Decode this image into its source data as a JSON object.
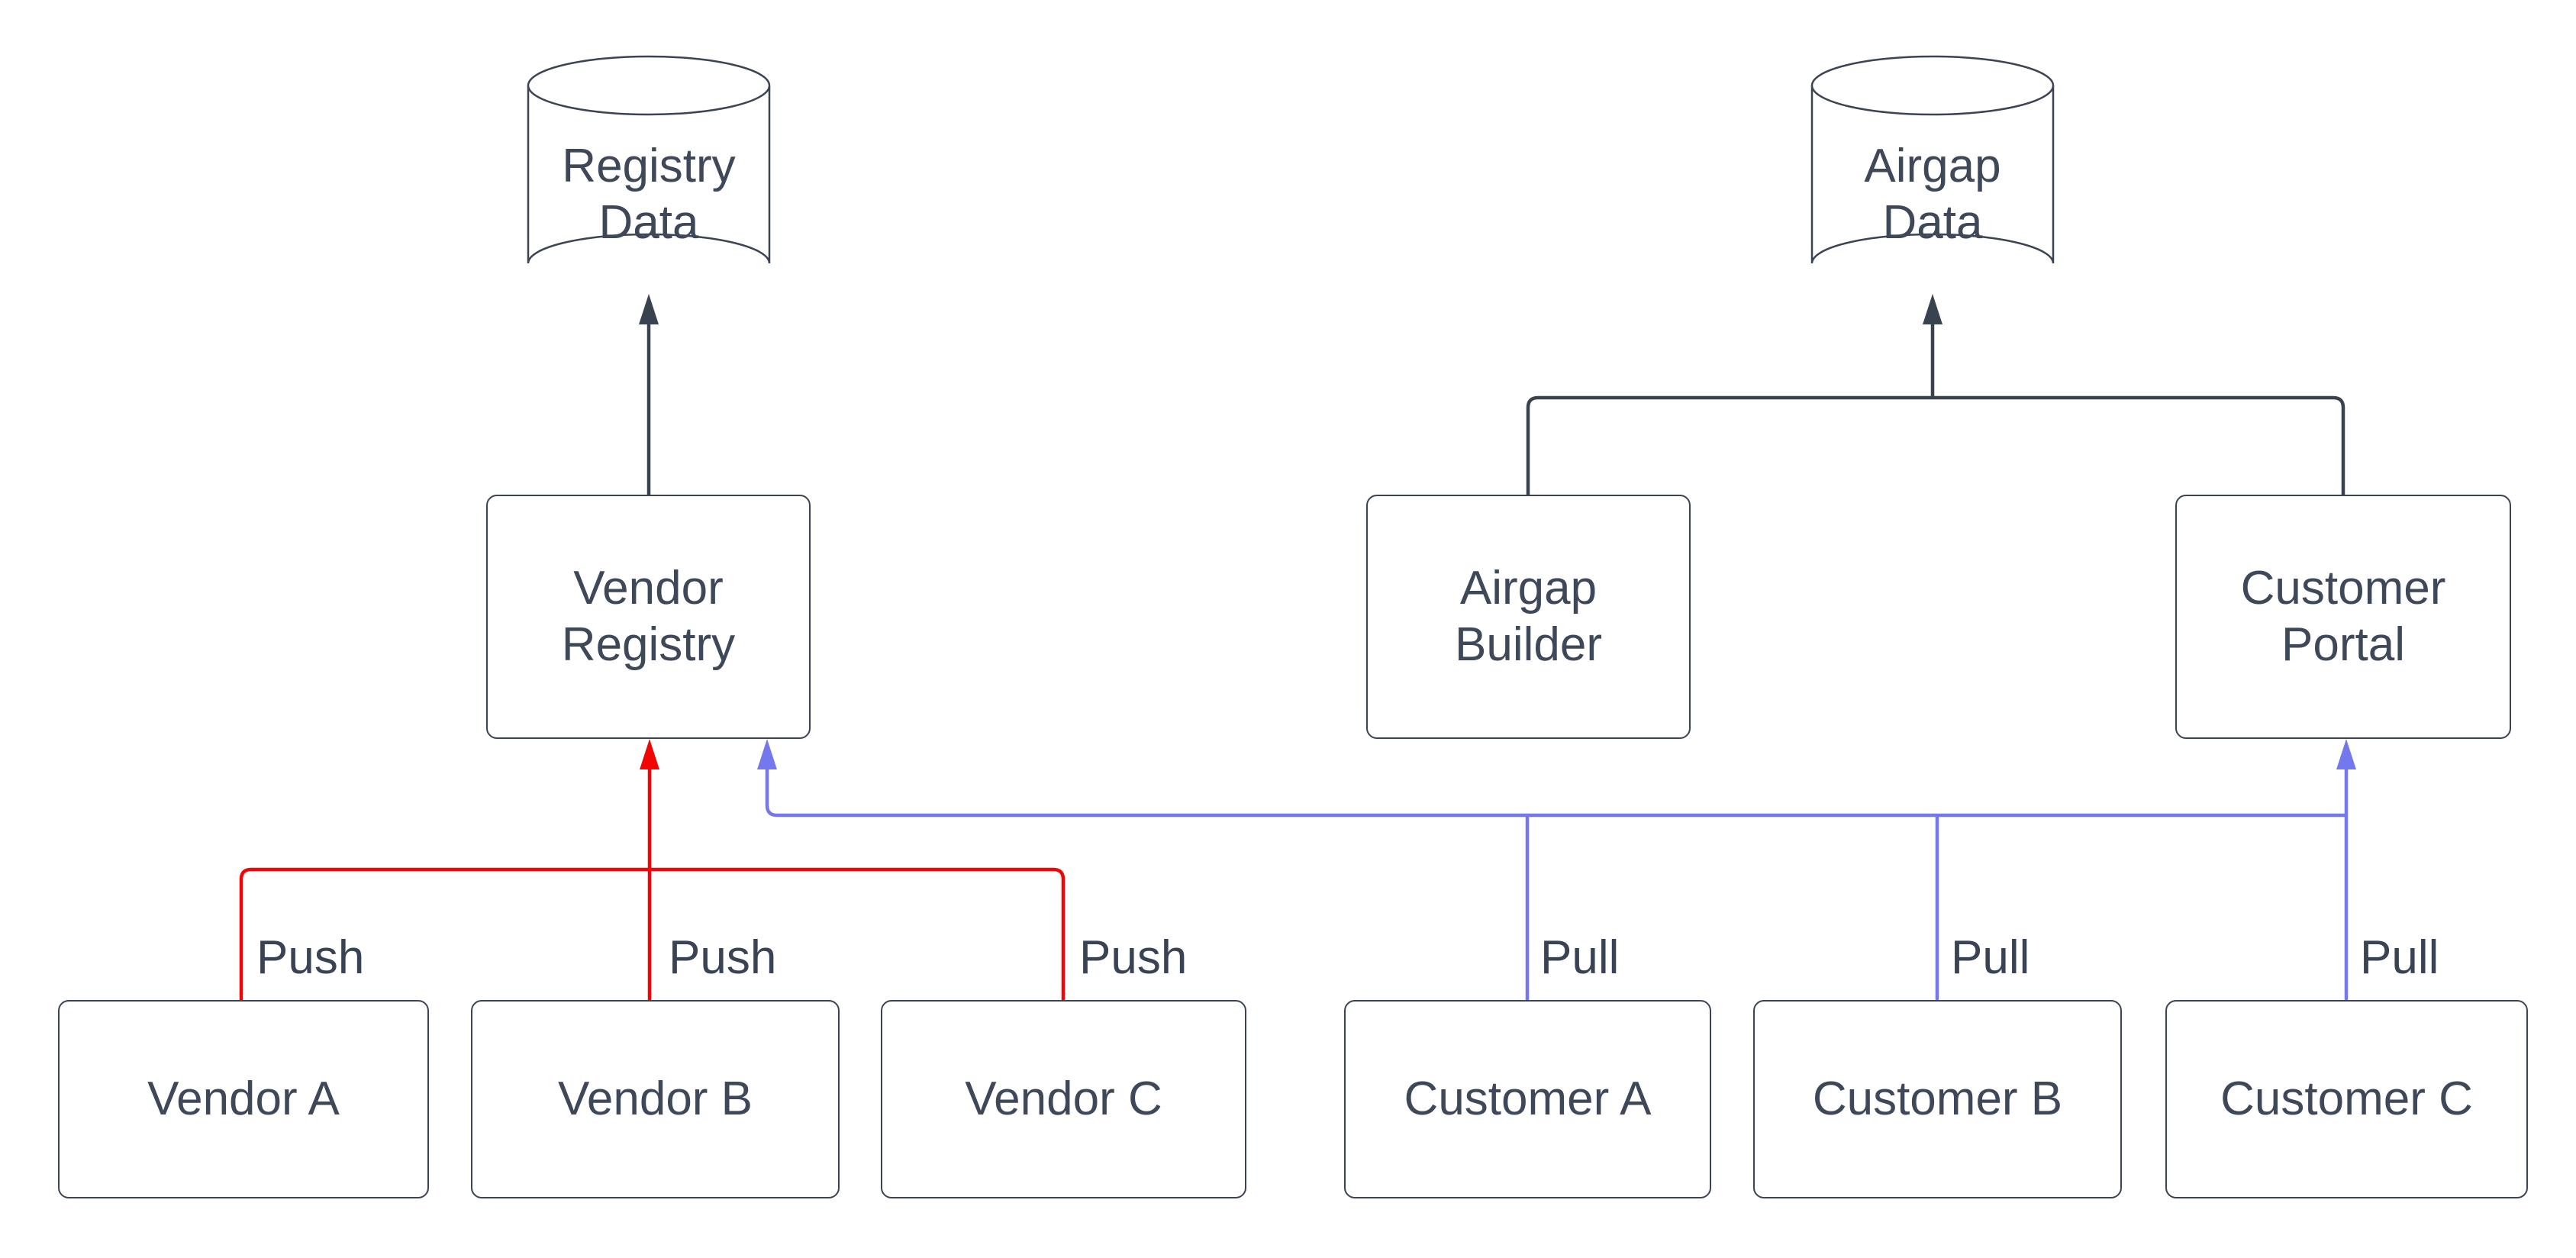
{
  "diagram": {
    "colors": {
      "background": "#ffffff",
      "node_border": "#3b4454",
      "label_text": "#3e4858",
      "flow_dark": "#39424f",
      "flow_push": "#f20505",
      "flow_pull": "#7477ee"
    },
    "nodes": {
      "registry_data": {
        "label": "Registry\nData",
        "shape": "cylinder"
      },
      "airgap_data": {
        "label": "Airgap\nData",
        "shape": "cylinder"
      },
      "vendor_registry": {
        "label": "Vendor\nRegistry",
        "shape": "box"
      },
      "airgap_builder": {
        "label": "Airgap\nBuilder",
        "shape": "box"
      },
      "customer_portal": {
        "label": "Customer\nPortal",
        "shape": "box"
      },
      "vendor_a": {
        "label": "Vendor A",
        "shape": "box"
      },
      "vendor_b": {
        "label": "Vendor B",
        "shape": "box"
      },
      "vendor_c": {
        "label": "Vendor C",
        "shape": "box"
      },
      "customer_a": {
        "label": "Customer A",
        "shape": "box"
      },
      "customer_b": {
        "label": "Customer B",
        "shape": "box"
      },
      "customer_c": {
        "label": "Customer C",
        "shape": "box"
      }
    },
    "edge_labels": {
      "push": "Push",
      "pull": "Pull"
    },
    "edges": [
      {
        "from": "vendor_registry",
        "to": "registry_data",
        "label": "",
        "color": "dark"
      },
      {
        "from": "airgap_builder",
        "to": "airgap_data",
        "label": "",
        "color": "dark"
      },
      {
        "from": "customer_portal",
        "to": "airgap_data",
        "label": "",
        "color": "dark"
      },
      {
        "from": "vendor_a",
        "to": "vendor_registry",
        "label": "Push",
        "color": "push"
      },
      {
        "from": "vendor_b",
        "to": "vendor_registry",
        "label": "Push",
        "color": "push"
      },
      {
        "from": "vendor_c",
        "to": "vendor_registry",
        "label": "Push",
        "color": "push"
      },
      {
        "from": "customer_a",
        "to": "vendor_registry",
        "label": "Pull",
        "color": "pull"
      },
      {
        "from": "customer_b",
        "to": "vendor_registry",
        "label": "Pull",
        "color": "pull"
      },
      {
        "from": "customer_c",
        "to": "customer_portal",
        "label": "Pull",
        "color": "pull"
      }
    ]
  }
}
